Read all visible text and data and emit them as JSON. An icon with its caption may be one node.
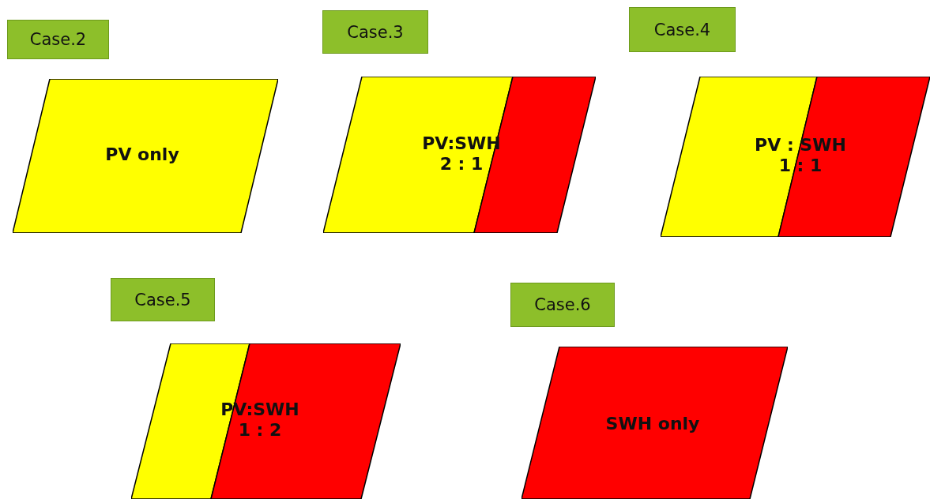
{
  "diagram": {
    "nodes": [
      {
        "text": [
          "Case.2"
        ]
      },
      {
        "text": [
          "PV only"
        ]
      },
      {
        "text": [
          "Case.3"
        ]
      },
      {
        "text": [
          "PV:SWH 2 : 1"
        ]
      },
      {
        "text": [
          "Case.4"
        ]
      },
      {
        "text": [
          "PV : SWH 1 : 1"
        ]
      },
      {
        "text": [
          "Case.5"
        ]
      },
      {
        "text": [
          "PV:SWH 1 : 2"
        ]
      },
      {
        "text": [
          "Case.6"
        ]
      },
      {
        "text": [
          "SWH only"
        ]
      }
    ]
  }
}
